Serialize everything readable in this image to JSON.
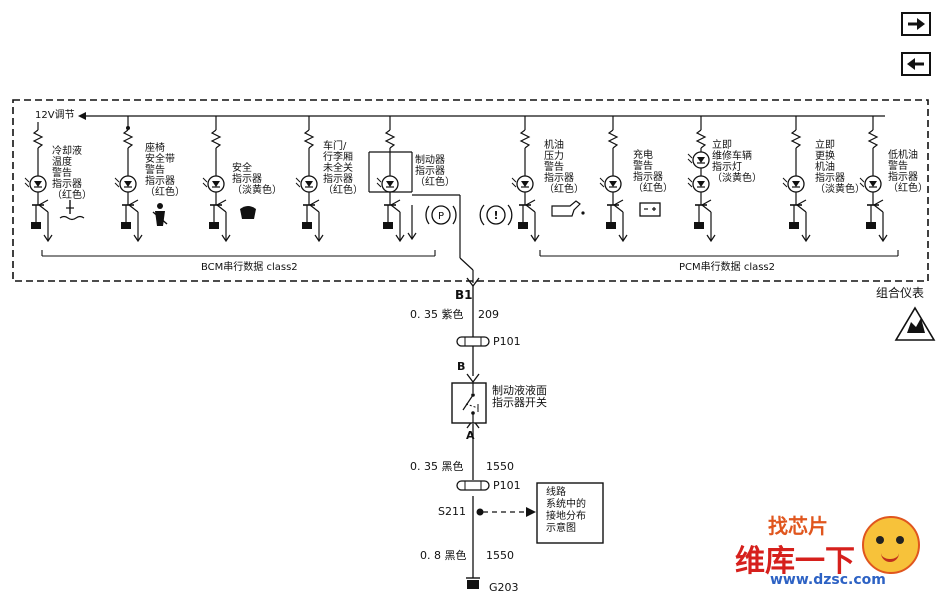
{
  "nav": {
    "next_icon": "arrow-right-icon",
    "prev_icon": "arrow-left-icon"
  },
  "cluster": {
    "supply_label": "12V调节",
    "bcm_bus_label": "BCM串行数据 class2",
    "pcm_bus_label": "PCM串行数据 class2",
    "title": "组合仪表",
    "esd_icon": "esd-warning-icon",
    "indicators": [
      {
        "label": "冷却液\n温度\n警告\n指示器\n（红色）",
        "symbol": "coolant-temperature-icon"
      },
      {
        "label": "座椅\n安全带\n警告\n指示器\n（红色）",
        "symbol": "seatbelt-icon"
      },
      {
        "label": "安全\n指示器\n（淡黄色）",
        "symbol": "security-icon"
      },
      {
        "label": "车门/\n行李厢\n未全关\n指示器\n（红色）",
        "symbol": ""
      },
      {
        "label": "制动器\n指示器\n（红色）",
        "symbol": "brake-icon"
      },
      {
        "label": "机油\n压力\n警告\n指示器\n（红色）",
        "symbol": "oil-can-icon"
      },
      {
        "label": "充电\n警告\n指示器\n（红色）",
        "symbol": "battery-icon"
      },
      {
        "label": "立即\n维修车辆\n指示灯\n（淡黄色）",
        "symbol": ""
      },
      {
        "label": "立即\n更换\n机油\n指示器\n（淡黄色）",
        "symbol": ""
      },
      {
        "label": "低机油\n警告\n指示器\n（红色）",
        "symbol": ""
      }
    ]
  },
  "brake_symbols": {
    "parking": "P",
    "warning": "!"
  },
  "circuit": {
    "connector_b1": "B1",
    "wire1_spec": "0. 35  紫色",
    "wire1_circuit": "209",
    "connector_p101_top": "P101",
    "pin_b": "B",
    "switch_label": "制动液液面\n指示器开关",
    "pin_a": "A",
    "wire2_spec": "0. 35  黑色",
    "wire2_circuit": "1550",
    "connector_p101_bottom": "P101",
    "splice": "S211",
    "ground_ref_label": "线路\n系统中的\n接地分布\n示意图",
    "wire3_spec": "0. 8  黑色",
    "wire3_circuit": "1550",
    "ground": "G203"
  },
  "watermark": {
    "line1": "找芯片",
    "line2": "维库一下",
    "url": "www.dzsc.com"
  }
}
